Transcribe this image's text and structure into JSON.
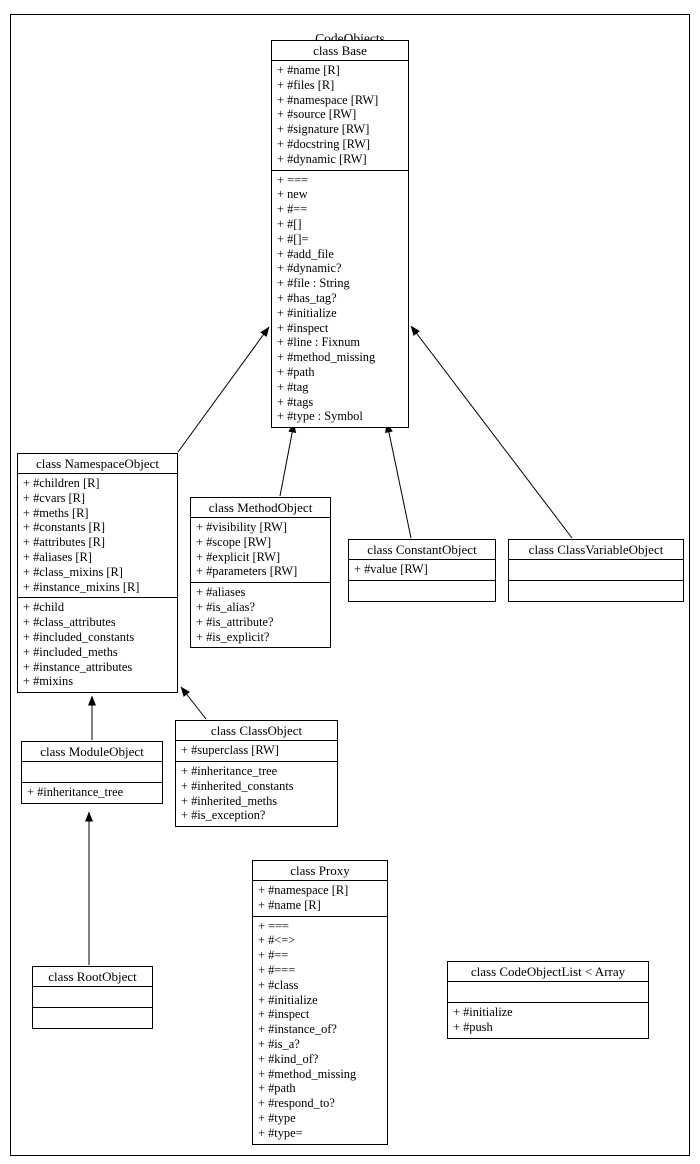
{
  "diagram": {
    "title": "CodeObjects"
  },
  "colors": {
    "background": "#ffffff",
    "border": "#000000",
    "text": "#000000"
  },
  "classes": [
    {
      "id": "base",
      "title": "class Base",
      "attributes": [
        "+ #name [R]",
        "+ #files [R]",
        "+ #namespace [RW]",
        "+ #source [RW]",
        "+ #signature [RW]",
        "+ #docstring [RW]",
        "+ #dynamic [RW]"
      ],
      "methods": [
        "+ ===",
        "+ new",
        "+ #==",
        "+ #[]",
        "+ #[]=",
        "+ #add_file",
        "+ #dynamic?",
        "+ #file : String",
        "+ #has_tag?",
        "+ #initialize",
        "+ #inspect",
        "+ #line : Fixnum",
        "+ #method_missing",
        "+ #path",
        "+ #tag",
        "+ #tags",
        "+ #type : Symbol"
      ]
    },
    {
      "id": "namespace-object",
      "title": "class NamespaceObject",
      "attributes": [
        "+ #children [R]",
        "+ #cvars [R]",
        "+ #meths [R]",
        "+ #constants [R]",
        "+ #attributes [R]",
        "+ #aliases [R]",
        "+ #class_mixins [R]",
        "+ #instance_mixins [R]"
      ],
      "methods": [
        "+ #child",
        "+ #class_attributes",
        "+ #included_constants",
        "+ #included_meths",
        "+ #instance_attributes",
        "+ #mixins"
      ]
    },
    {
      "id": "method-object",
      "title": "class MethodObject",
      "attributes": [
        "+ #visibility [RW]",
        "+ #scope [RW]",
        "+ #explicit [RW]",
        "+ #parameters [RW]"
      ],
      "methods": [
        "+ #aliases",
        "+ #is_alias?",
        "+ #is_attribute?",
        "+ #is_explicit?"
      ]
    },
    {
      "id": "constant-object",
      "title": "class ConstantObject",
      "attributes": [
        "+ #value [RW]"
      ],
      "methods": []
    },
    {
      "id": "class-variable-object",
      "title": "class ClassVariableObject",
      "attributes": [],
      "methods": []
    },
    {
      "id": "module-object",
      "title": "class ModuleObject",
      "attributes": [],
      "methods": [
        "+ #inheritance_tree"
      ]
    },
    {
      "id": "class-object",
      "title": "class ClassObject",
      "attributes": [
        "+ #superclass [RW]"
      ],
      "methods": [
        "+ #inheritance_tree",
        "+ #inherited_constants",
        "+ #inherited_meths",
        "+ #is_exception?"
      ]
    },
    {
      "id": "root-object",
      "title": "class RootObject",
      "attributes": [],
      "methods": []
    },
    {
      "id": "proxy",
      "title": "class Proxy",
      "attributes": [
        "+ #namespace [R]",
        "+ #name [R]"
      ],
      "methods": [
        "+ ===",
        "+ #<=>",
        "+ #==",
        "+ #===",
        "+ #class",
        "+ #initialize",
        "+ #inspect",
        "+ #instance_of?",
        "+ #is_a?",
        "+ #kind_of?",
        "+ #method_missing",
        "+ #path",
        "+ #respond_to?",
        "+ #type",
        "+ #type="
      ]
    },
    {
      "id": "code-object-list",
      "title": "class CodeObjectList < Array",
      "attributes": [],
      "methods": [
        "+ #initialize",
        "+ #push"
      ]
    }
  ],
  "edges": [
    {
      "from": "class NamespaceObject",
      "to": "class Base",
      "type": "inheritance"
    },
    {
      "from": "class MethodObject",
      "to": "class Base",
      "type": "inheritance"
    },
    {
      "from": "class ConstantObject",
      "to": "class Base",
      "type": "inheritance"
    },
    {
      "from": "class ClassVariableObject",
      "to": "class Base",
      "type": "inheritance"
    },
    {
      "from": "class ModuleObject",
      "to": "class NamespaceObject",
      "type": "inheritance"
    },
    {
      "from": "class ClassObject",
      "to": "class NamespaceObject",
      "type": "inheritance"
    },
    {
      "from": "class RootObject",
      "to": "class ModuleObject",
      "type": "inheritance"
    }
  ]
}
